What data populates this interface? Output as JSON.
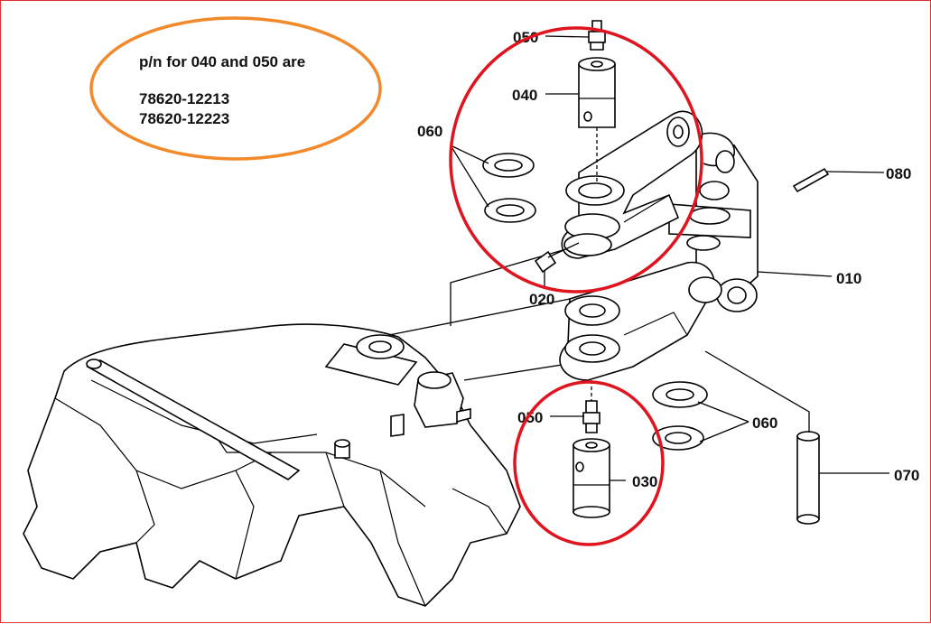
{
  "note": {
    "line1": "p/n for 040 and 050 are",
    "line2": "78620-12213",
    "line3": "78620-12223",
    "ellipse_color": "#f28a2c"
  },
  "highlight_color": "#e0141e",
  "callouts": {
    "p050_top": "050",
    "p040": "040",
    "p060_top": "060",
    "p080": "080",
    "p010": "010",
    "p020": "020",
    "p050_bottom": "050",
    "p060_bottom": "060",
    "p030": "030",
    "p070": "070"
  }
}
